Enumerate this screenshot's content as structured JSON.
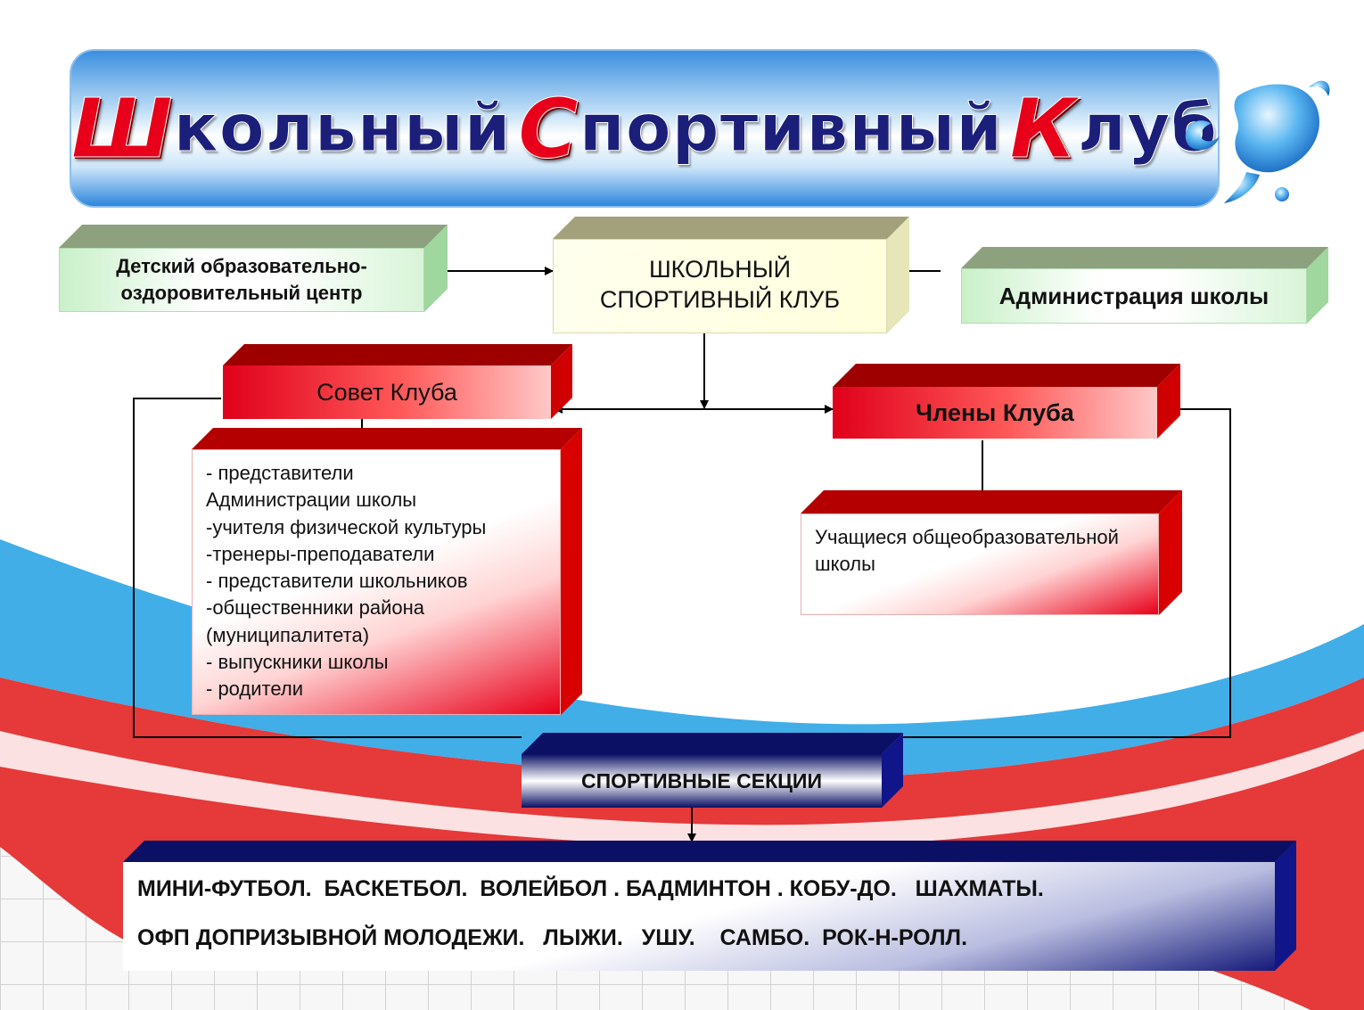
{
  "title": {
    "word1_cap": "Ш",
    "word1_rest": "кольный",
    "word2_cap": "С",
    "word2_rest": "портивный",
    "word3_cap": "К",
    "word3_rest": "луб"
  },
  "boxes": {
    "center": "ШКОЛЬНЫЙ СПОРТИВНЫЙ КЛУБ",
    "left": "Детский образовательно-оздоровительный центр",
    "right": "Администрация школы",
    "council": "Совет Клуба",
    "members": "Члены Клуба",
    "members_detail": "Учащиеся общеобразовательной школы",
    "sections": "СПОРТИВНЫЕ СЕКЦИИ"
  },
  "council_members": [
    "- представители",
    "Администрации школы",
    "-учителя физической культуры",
    "-тренеры-преподаватели",
    "- представители школьников",
    "-общественники района",
    "(муниципалитета)",
    "- выпускники школы",
    "- родители"
  ],
  "sports_lines": [
    "МИНИ-ФУТБОЛ.  БАСКЕТБОЛ.  ВОЛЕЙБОЛ . БАДМИНТОН . КОБУ-ДО.   ШАХМАТЫ.",
    "ОФП ДОПРИЗЫВНОЙ МОЛОДЕЖИ.   ЛЫЖИ.   УШУ.    САМБО.  РОК-Н-РОЛЛ."
  ],
  "colors": {
    "flag_blue": "#3aa8e6",
    "flag_red": "#e33b3b",
    "accent_red": "#e8001a",
    "navy": "#0b1064"
  }
}
